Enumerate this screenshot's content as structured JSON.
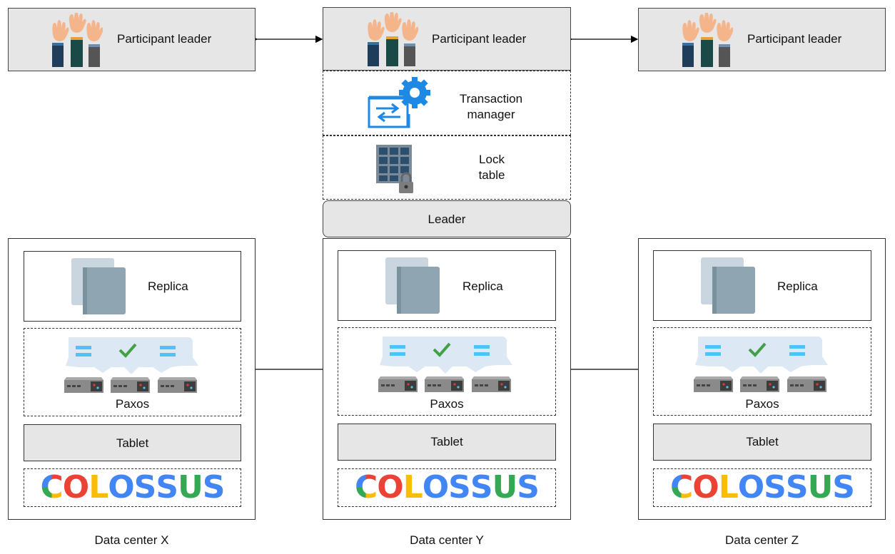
{
  "participant_leaders": [
    {
      "label": "Participant leader"
    },
    {
      "label": "Participant leader"
    },
    {
      "label": "Participant leader"
    }
  ],
  "transaction_manager": {
    "line1": "Transaction",
    "line2": "manager"
  },
  "lock_table": {
    "line1": "Lock",
    "line2": "table"
  },
  "leader": {
    "label": "Leader"
  },
  "data_centers": [
    {
      "name": "Data center X",
      "replica": "Replica",
      "paxos": "Paxos",
      "tablet": "Tablet",
      "storage": "COLOSSUS"
    },
    {
      "name": "Data center Y",
      "replica": "Replica",
      "paxos": "Paxos",
      "tablet": "Tablet",
      "storage": "COLOSSUS"
    },
    {
      "name": "Data center Z",
      "replica": "Replica",
      "paxos": "Paxos",
      "tablet": "Tablet",
      "storage": "COLOSSUS"
    }
  ],
  "colors": {
    "box_fill": "#e6e6e6",
    "icon_blue": "#1e88e5",
    "paxos_bubble": "#dce9f5",
    "check_green": "#43a047",
    "colossus": [
      "#ea4335",
      "#fbbc05",
      "#34a853",
      "#4285f4"
    ]
  }
}
